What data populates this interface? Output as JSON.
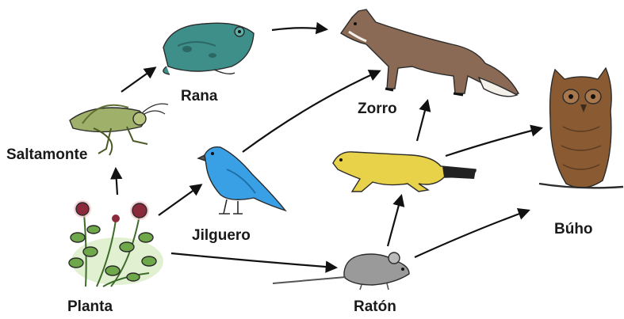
{
  "food_web": {
    "organisms": {
      "planta": "Planta",
      "saltamonte": "Saltamonte",
      "rana": "Rana",
      "jilguero": "Jilguero",
      "zorro": "Zorro",
      "comadreja": "",
      "raton": "Ratón",
      "buho": "Búho"
    },
    "links": [
      {
        "from": "planta",
        "to": "saltamonte"
      },
      {
        "from": "planta",
        "to": "jilguero"
      },
      {
        "from": "planta",
        "to": "raton"
      },
      {
        "from": "saltamonte",
        "to": "rana"
      },
      {
        "from": "rana",
        "to": "zorro"
      },
      {
        "from": "jilguero",
        "to": "zorro"
      },
      {
        "from": "comadreja",
        "to": "zorro"
      },
      {
        "from": "comadreja",
        "to": "buho"
      },
      {
        "from": "raton",
        "to": "comadreja"
      },
      {
        "from": "raton",
        "to": "buho"
      }
    ],
    "colors": {
      "plant": "#6fa84a",
      "plant_flower": "#8b2a3a",
      "grasshopper": "#9fb06a",
      "frog": "#3e8f8a",
      "goldfinch": "#3aa0e6",
      "fox": "#8a6a55",
      "weasel": "#e8d24a",
      "mouse": "#9a9a9a",
      "owl": "#8a5a32"
    }
  }
}
